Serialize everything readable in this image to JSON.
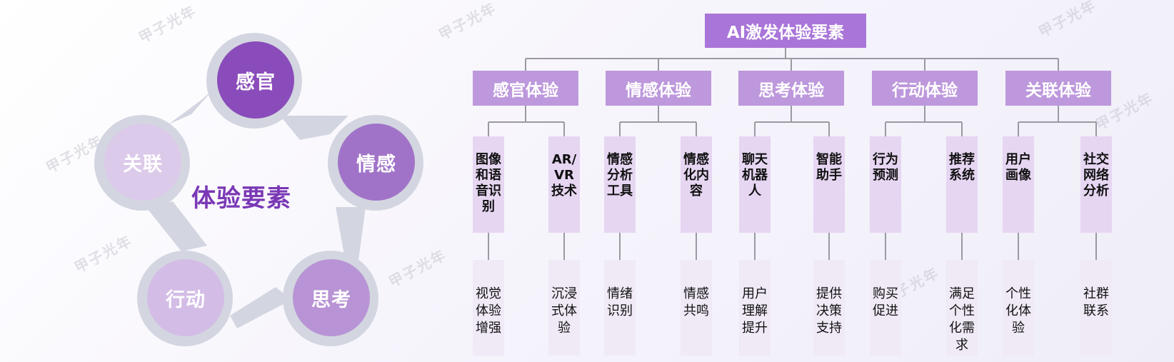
{
  "diagram": {
    "center": "体验要素",
    "cycle_nodes": [
      "感官",
      "情感",
      "思考",
      "行动",
      "关联"
    ],
    "root": "AI激发体验要素",
    "categories": [
      {
        "label": "感官体验",
        "items": [
          {
            "tech": "图像和语音识别",
            "effect": "视觉体验增强"
          },
          {
            "tech": "AR/VR技术",
            "effect": "沉浸式体验"
          }
        ]
      },
      {
        "label": "情感体验",
        "items": [
          {
            "tech": "情感分析工具",
            "effect": "情绪识别"
          },
          {
            "tech": "情感化内容",
            "effect": "情感共鸣"
          }
        ]
      },
      {
        "label": "思考体验",
        "items": [
          {
            "tech": "聊天机器人",
            "effect": "用户理解提升"
          },
          {
            "tech": "智能助手",
            "effect": "提供决策支持"
          }
        ]
      },
      {
        "label": "行动体验",
        "items": [
          {
            "tech": "行为预测",
            "effect": "购买促进"
          },
          {
            "tech": "推荐系统",
            "effect": "满足个性化需求"
          }
        ]
      },
      {
        "label": "关联体验",
        "items": [
          {
            "tech": "用户画像",
            "effect": "个性化体验"
          },
          {
            "tech": "社交网络分析",
            "effect": "社群联系"
          }
        ]
      }
    ]
  },
  "watermark": "甲子光年",
  "colors": {
    "cycle_dark": "#8a4cba",
    "cycle_mid": "#a173c8",
    "cycle_light": "#b894d6",
    "cycle_pale": "#dccaea",
    "ring": "#d3d6e0",
    "root": "#a975d8",
    "category": "#bd98dc",
    "tech_bg": "#e6d6f2",
    "effect_bg": "#f0e9f6",
    "center_text": "#7a38b5"
  }
}
